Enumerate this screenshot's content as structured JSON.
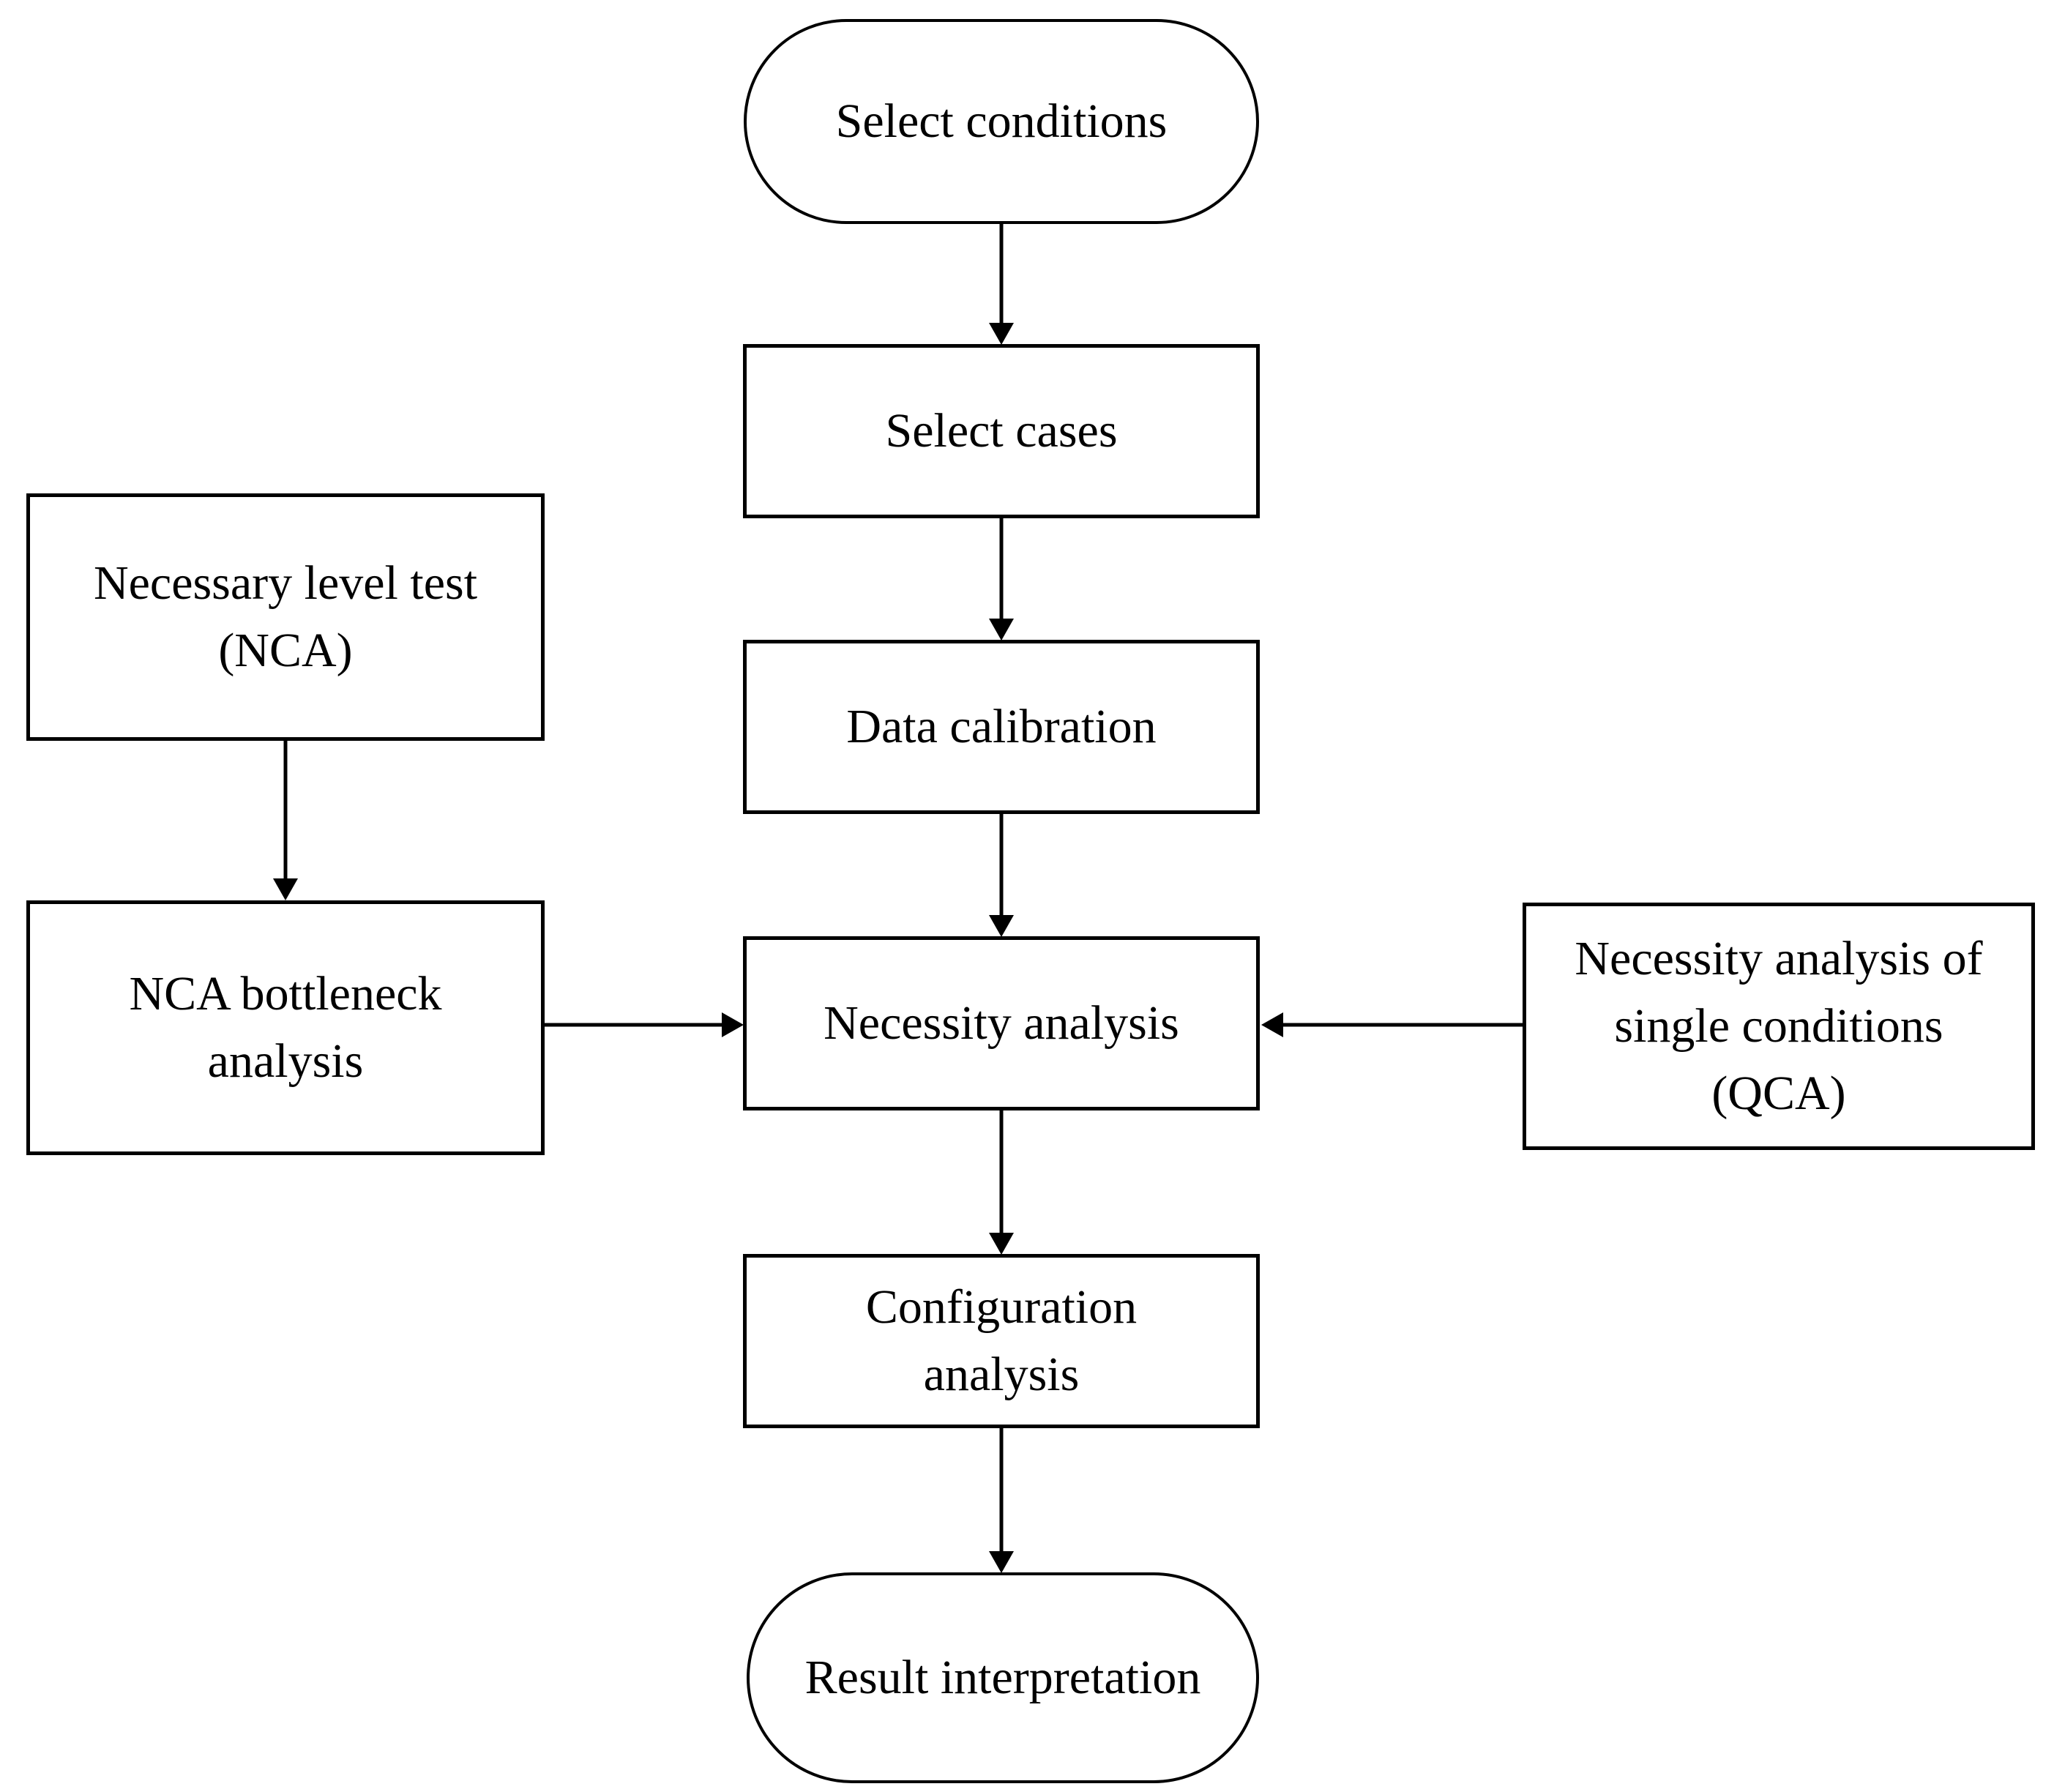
{
  "colors": {
    "background": "#ffffff",
    "line": "#000000",
    "text": "#000000"
  },
  "nodes": {
    "select_conditions": {
      "label": "Select conditions",
      "shape": "terminator"
    },
    "select_cases": {
      "label": "Select cases",
      "shape": "process"
    },
    "data_calibration": {
      "label": "Data calibration",
      "shape": "process"
    },
    "necessity_analysis": {
      "label": "Necessity analysis",
      "shape": "process"
    },
    "configuration_analysis": {
      "label": "Configuration\nanalysis",
      "shape": "process"
    },
    "result_interpretation": {
      "label": "Result interpretation",
      "shape": "terminator"
    },
    "necessary_level_test": {
      "label": "Necessary level test\n(NCA)",
      "shape": "process"
    },
    "nca_bottleneck_analysis": {
      "label": "NCA bottleneck\nanalysis",
      "shape": "process"
    },
    "necessity_single_conditions": {
      "label": "Necessity analysis of\nsingle conditions\n(QCA)",
      "shape": "process"
    }
  },
  "edges": [
    {
      "from": "select_conditions",
      "to": "select_cases",
      "direction": "down"
    },
    {
      "from": "select_cases",
      "to": "data_calibration",
      "direction": "down"
    },
    {
      "from": "data_calibration",
      "to": "necessity_analysis",
      "direction": "down"
    },
    {
      "from": "necessity_analysis",
      "to": "configuration_analysis",
      "direction": "down"
    },
    {
      "from": "configuration_analysis",
      "to": "result_interpretation",
      "direction": "down"
    },
    {
      "from": "necessary_level_test",
      "to": "nca_bottleneck_analysis",
      "direction": "down"
    },
    {
      "from": "nca_bottleneck_analysis",
      "to": "necessity_analysis",
      "direction": "right"
    },
    {
      "from": "necessity_single_conditions",
      "to": "necessity_analysis",
      "direction": "left"
    }
  ]
}
